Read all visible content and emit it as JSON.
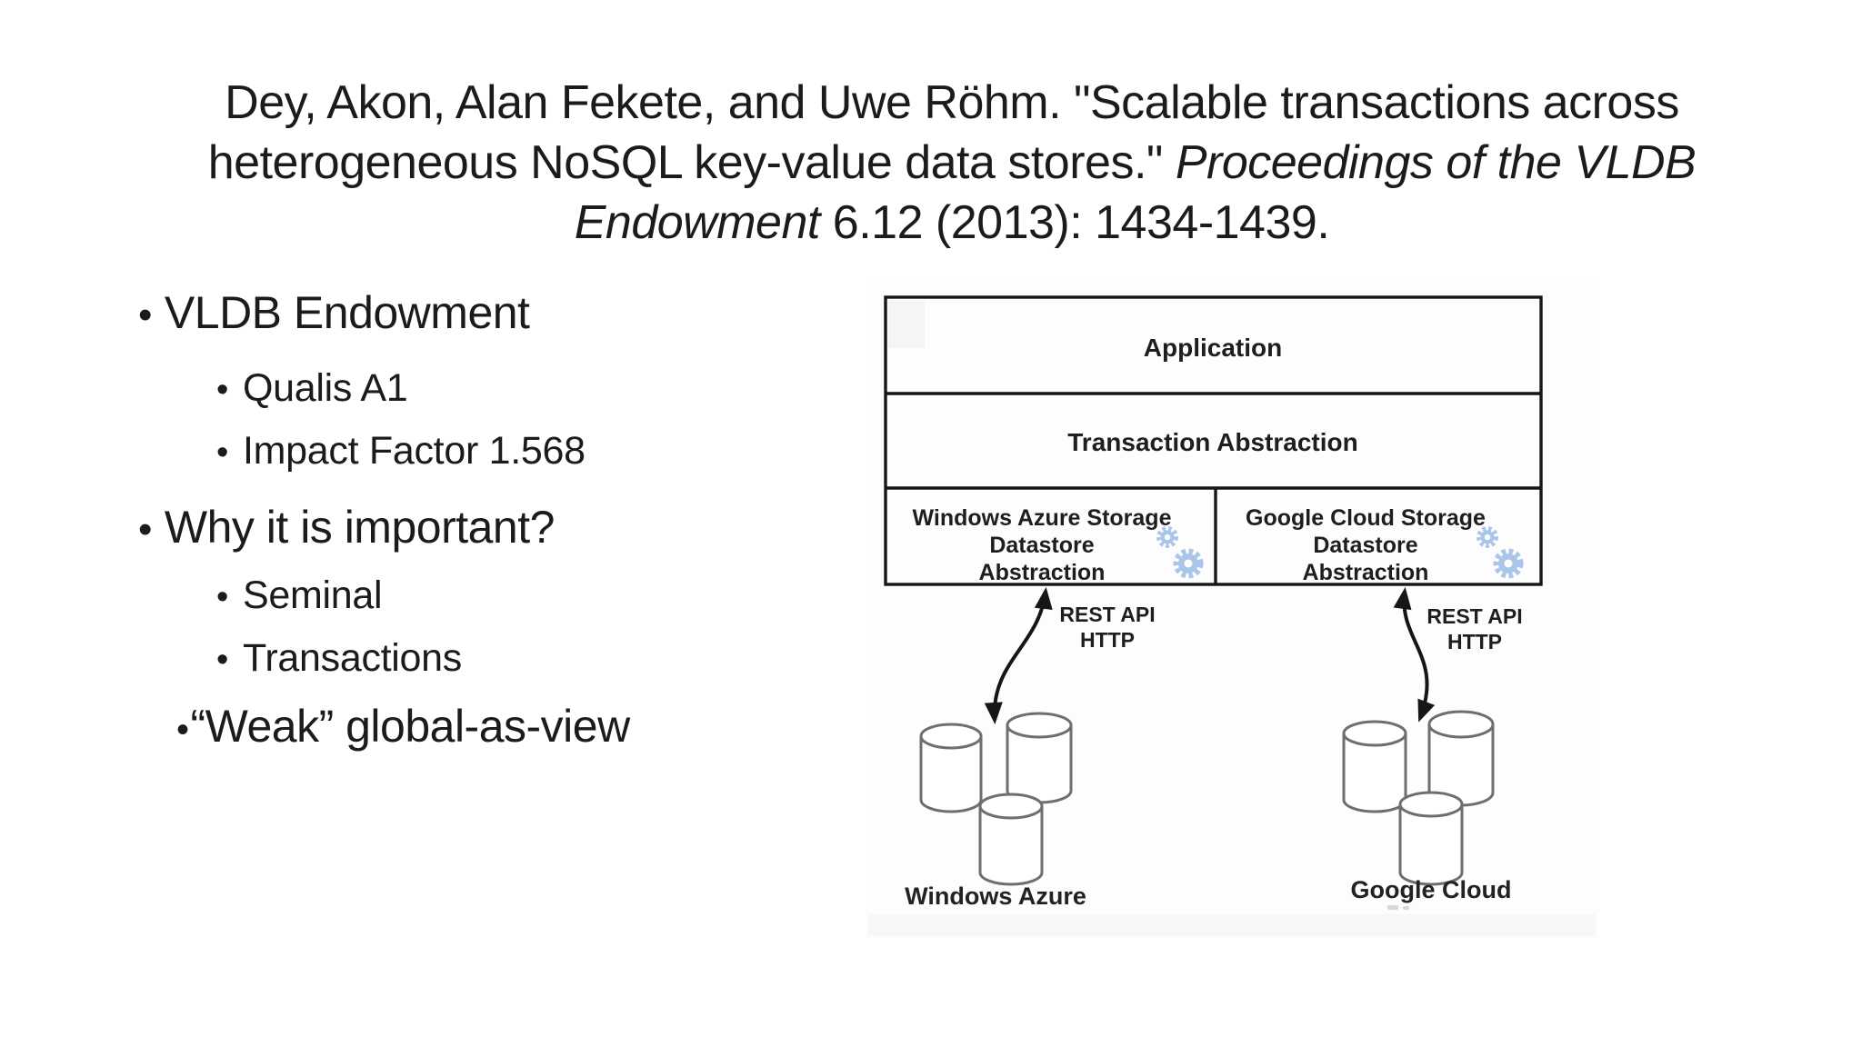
{
  "slide": {
    "bullet_char": "•",
    "title": {
      "lines": [
        {
          "pre": "Dey, Akon, Alan Fekete, and Uwe Röhm. \"Scalable transactions across",
          "italic": "",
          "post": ""
        },
        {
          "pre": "heterogeneous NoSQL key-value data stores.\" ",
          "italic": "Proceedings of the VLDB",
          "post": ""
        },
        {
          "pre": "",
          "italic": "Endowment",
          "post": " 6.12 (2013): 1434-1439."
        }
      ]
    },
    "bullets": [
      {
        "text": "VLDB Endowment"
      },
      {
        "text": "Qualis A1"
      },
      {
        "text": "Impact Factor 1.568"
      },
      {
        "text": "Why it is important?"
      },
      {
        "text": "Seminal"
      },
      {
        "text": "Transactions"
      },
      {
        "text": "“Weak” global-as-view"
      }
    ]
  },
  "diagram": {
    "application_label": "Application",
    "transaction_label": "Transaction Abstraction",
    "azure_box": {
      "lines": [
        "Windows Azure Storage",
        "Datastore",
        "Abstraction"
      ]
    },
    "google_box": {
      "lines": [
        "Google Cloud Storage",
        "Datastore",
        "Abstraction"
      ]
    },
    "azure_connector": {
      "line1": "REST API",
      "line2": "HTTP"
    },
    "google_connector": {
      "line1": "REST API",
      "line2": "HTTP"
    },
    "azure_cluster_label": "Windows Azure",
    "google_cluster_label": "Google Cloud",
    "colors": {
      "gear_blue": "#a9c6e8",
      "line_black": "#161616",
      "cylinder_gray": "#6e6e6e"
    }
  }
}
